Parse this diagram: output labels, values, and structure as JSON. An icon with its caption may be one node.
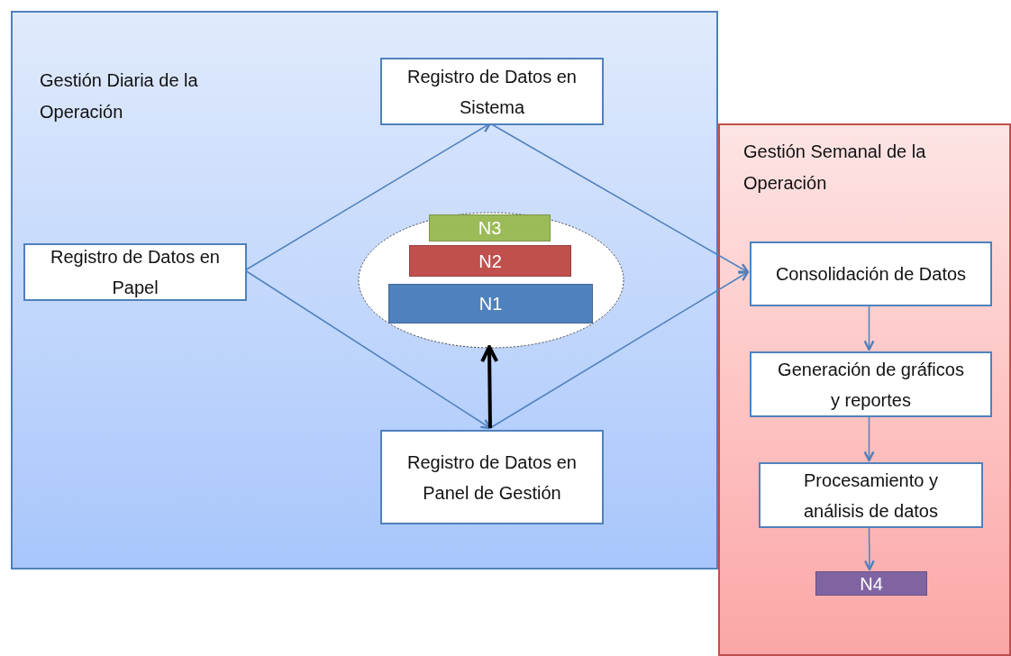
{
  "diagram": {
    "nodes": [
      {
        "text": [
          "Gestión Diaria de la Operación"
        ]
      },
      {
        "text": [
          "Registro de Datos en Sistema"
        ],
        "in": 0
      },
      {
        "text": [
          "Registro de Datos en Papel"
        ],
        "in": 0
      },
      {
        "text": [],
        "shape": "ellipse",
        "in": 0
      },
      {
        "text": [
          "N3"
        ],
        "in": 3
      },
      {
        "text": [
          "N2"
        ],
        "in": 3
      },
      {
        "text": [
          "N1"
        ],
        "in": 3
      },
      {
        "text": [
          "Registro de Datos en Panel de Gestión"
        ],
        "in": 0
      },
      {
        "text": [
          "Gestión Semanal de la Operación"
        ]
      },
      {
        "text": [
          "Consolidación de Datos"
        ],
        "in": 8
      },
      {
        "text": [
          "Generación de gráficos y reportes"
        ],
        "in": 8
      },
      {
        "text": [
          "Procesamiento y análisis de datos"
        ],
        "in": 8
      },
      {
        "text": [
          "N4"
        ],
        "in": 8
      }
    ],
    "edges": [
      {
        "from": 2,
        "to": 1,
        "arrow": "to"
      },
      {
        "from": 2,
        "to": 7,
        "arrow": "to"
      },
      {
        "from": 1,
        "to": 9,
        "arrow": "to"
      },
      {
        "from": 7,
        "to": 9,
        "arrow": "to"
      },
      {
        "from": 7,
        "to": 3,
        "arrow": "to",
        "style": "thick",
        "color": "#000000"
      },
      {
        "from": 9,
        "to": 10,
        "arrow": "to"
      },
      {
        "from": 10,
        "to": 11,
        "arrow": "to"
      },
      {
        "from": 11,
        "to": 12,
        "arrow": "to"
      }
    ]
  }
}
